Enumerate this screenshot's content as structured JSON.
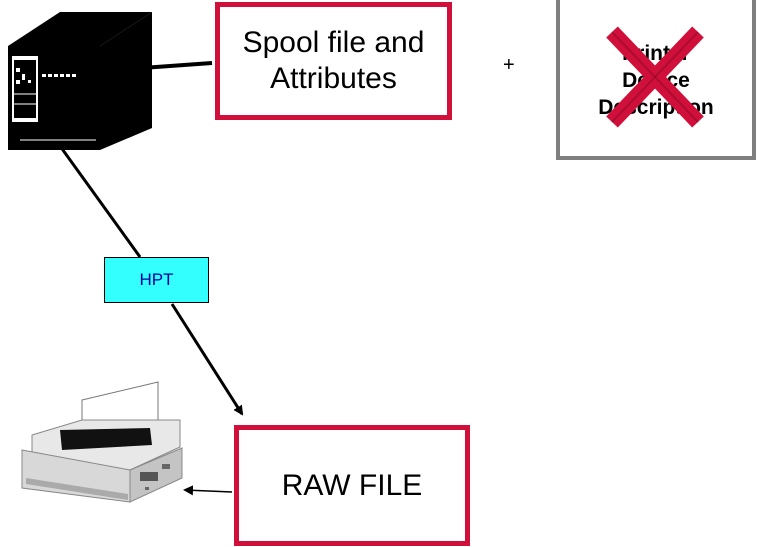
{
  "boxes": {
    "spool": {
      "lines": [
        "Spool file and",
        "Attributes"
      ]
    },
    "printer_device": {
      "lines": [
        "Printer",
        "Device",
        "Description"
      ],
      "crossed_out": true
    },
    "hpt": {
      "label": "HPT"
    },
    "raw_file": {
      "label": "RAW FILE"
    }
  },
  "plus_sign": "+",
  "icons": {
    "server": "server-tower-icon",
    "printer": "printer-icon",
    "cross": "red-x-icon"
  },
  "colors": {
    "box_border": "#d0103a",
    "hpt_fill": "#33ffff",
    "hpt_text": "#0000a0",
    "cross": "#d0103a",
    "printer_box_border": "#7f7f7f"
  }
}
